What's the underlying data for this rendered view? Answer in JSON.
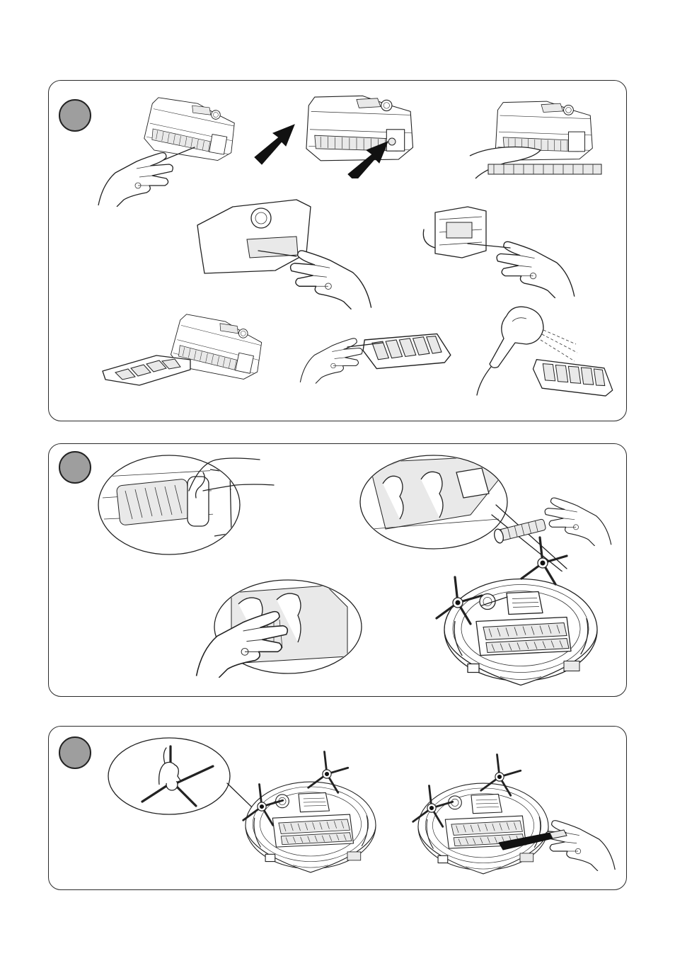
{
  "document": {
    "type": "illustrated-maintenance-instructions",
    "text_content": []
  },
  "panels": [
    {
      "id": "brush-compartment-and-filter-cleaning",
      "step_marker": {
        "color": "#9e9e9e"
      },
      "illustrations": [
        "brushing-dust-bin-with-brush",
        "arrows-pointing-to-release-clips",
        "pulling-out-roller-brush-assembly",
        "brushing-bin-interior",
        "brushing-filter-slot",
        "dust-bin-with-open-filter-tray",
        "brushing-filter-grid",
        "drying-filter-with-hair-dryer"
      ]
    },
    {
      "id": "main-brush-removal-and-cleaning",
      "step_marker": {
        "color": "#9e9e9e"
      },
      "illustrations": [
        "lifting-brush-from-holder-detail",
        "empty-brush-holders-detail",
        "removing-hair-from-brush-detail",
        "robot-underside-with-brush-being-removed"
      ]
    },
    {
      "id": "side-brush-removal-and-cleaning",
      "step_marker": {
        "color": "#9e9e9e"
      },
      "illustrations": [
        "pulling-off-side-brush-detail",
        "robot-underside-with-side-brushes",
        "cleaning-robot-underside-with-tool"
      ]
    }
  ]
}
